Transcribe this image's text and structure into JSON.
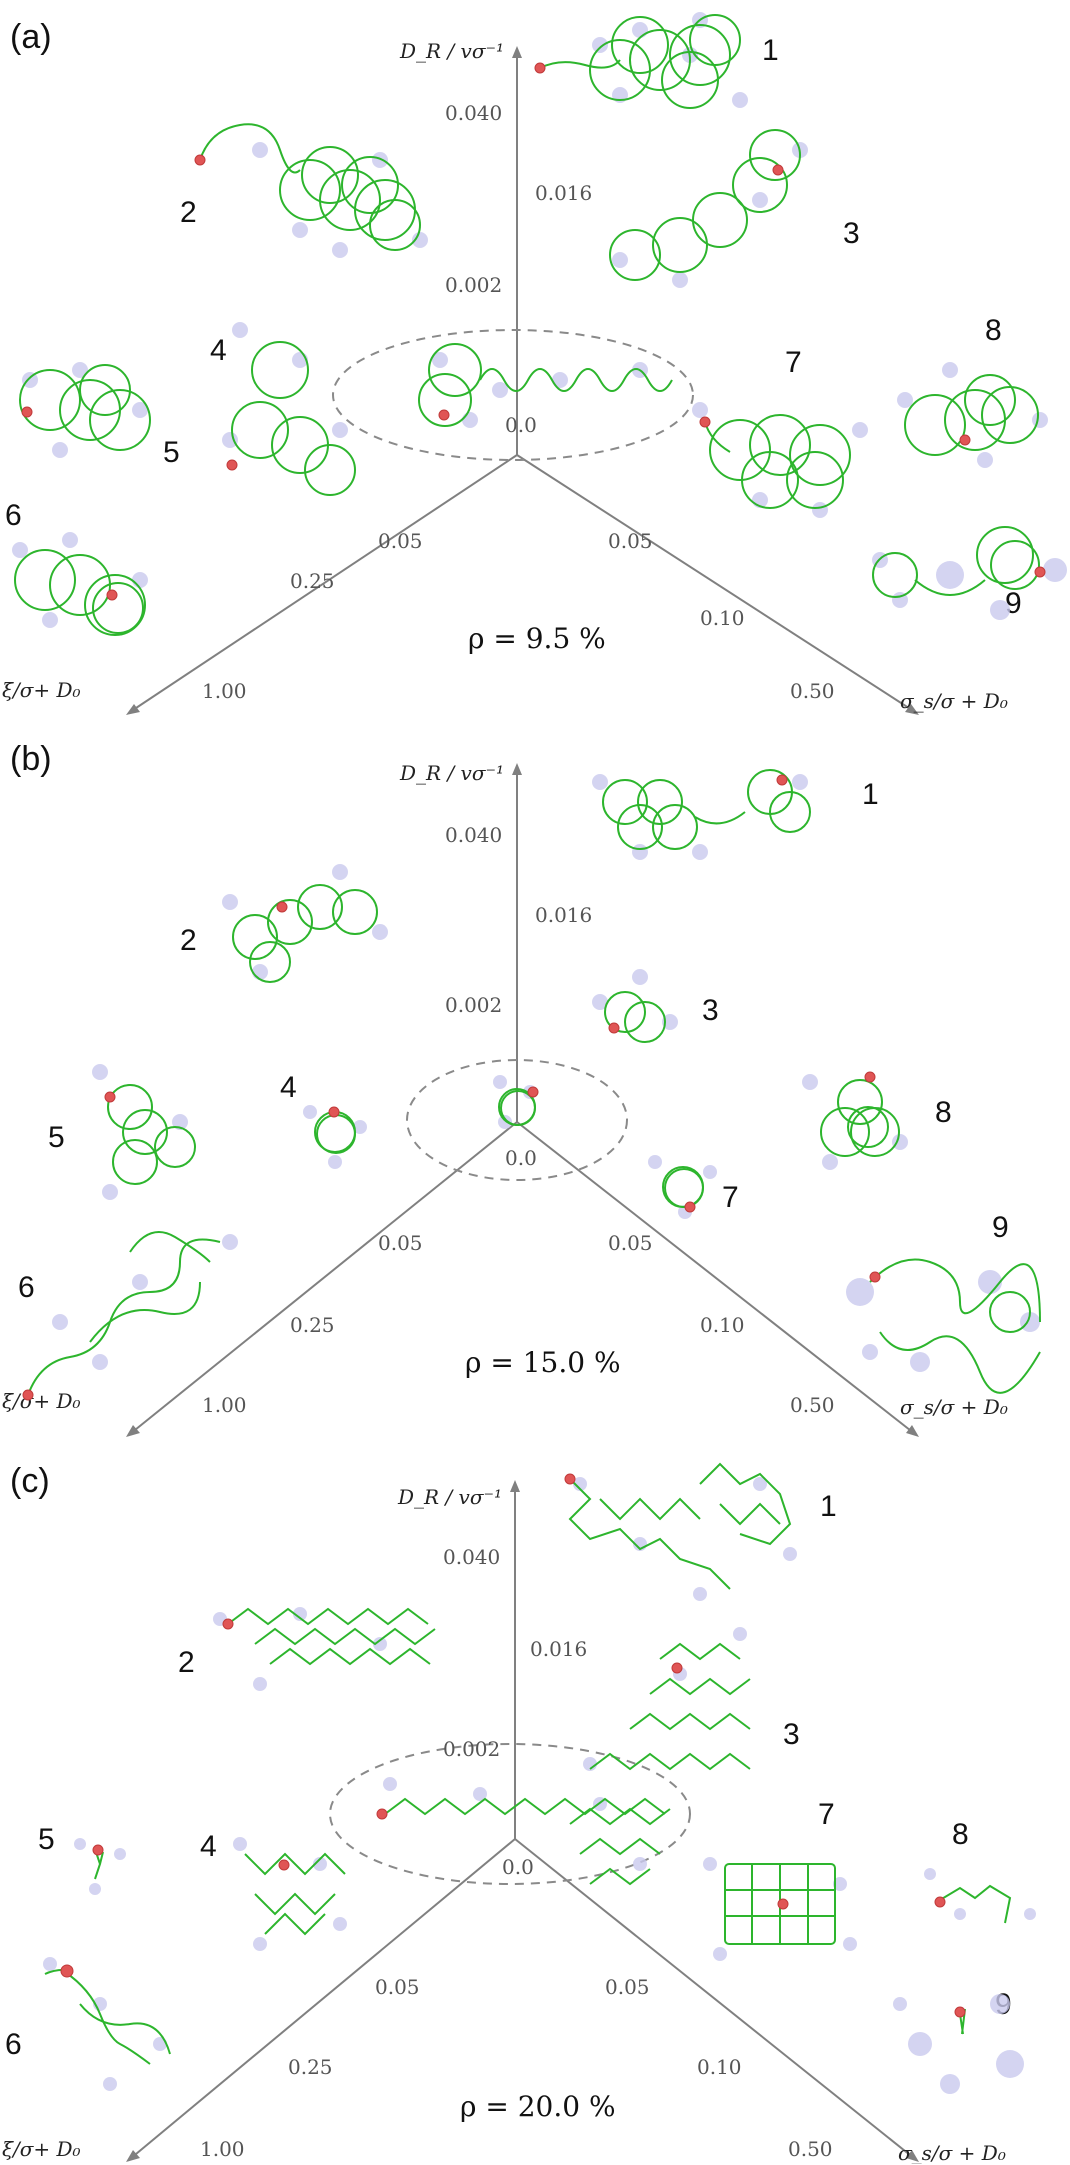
{
  "panels": [
    {
      "label": "(a)",
      "rho": "ρ = 9.5 %",
      "ticks": {
        "z": [
          "0.040",
          "0.016",
          "0.002",
          "0.0"
        ],
        "left": [
          "0.05",
          "0.25",
          "1.00"
        ],
        "right": [
          "0.05",
          "0.10",
          "0.50"
        ]
      },
      "axes": {
        "z_title": "D_R / vσ⁻¹",
        "left_title": "ξ/σ+ D₀",
        "right_title": "σ_s/σ + D₀"
      },
      "numbers": [
        "1",
        "2",
        "3",
        "4",
        "5",
        "6",
        "7",
        "8",
        "9"
      ]
    },
    {
      "label": "(b)",
      "rho": "ρ = 15.0 %",
      "ticks": {
        "z": [
          "0.040",
          "0.016",
          "0.002",
          "0.0"
        ],
        "left": [
          "0.05",
          "0.25",
          "1.00"
        ],
        "right": [
          "0.05",
          "0.10",
          "0.50"
        ]
      },
      "axes": {
        "z_title": "D_R / vσ⁻¹",
        "left_title": "ξ/σ+ D₀",
        "right_title": "σ_s/σ + D₀"
      },
      "numbers": [
        "1",
        "2",
        "3",
        "4",
        "5",
        "6",
        "7",
        "8",
        "9"
      ]
    },
    {
      "label": "(c)",
      "rho": "ρ = 20.0 %",
      "ticks": {
        "z": [
          "0.040",
          "0.016",
          "0.002",
          "0.0"
        ],
        "left": [
          "0.05",
          "0.25",
          "1.00"
        ],
        "right": [
          "0.05",
          "0.10",
          "0.50"
        ]
      },
      "axes": {
        "z_title": "D_R / vσ⁻¹",
        "left_title": "ξ/σ+ D₀",
        "right_title": "σ_s/σ + D₀"
      },
      "numbers": [
        "1",
        "2",
        "3",
        "4",
        "5",
        "6",
        "7",
        "8",
        "9"
      ]
    }
  ],
  "colors": {
    "trajectory": "#2db52d",
    "particle": "#e05555",
    "obstacle": "#c9c9ee",
    "axis": "#808080"
  }
}
